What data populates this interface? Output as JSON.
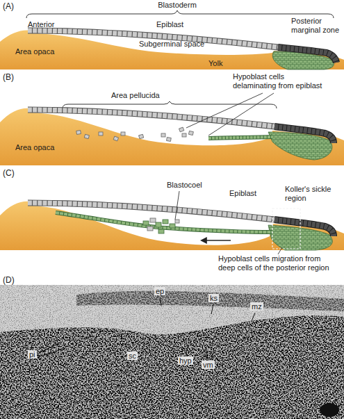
{
  "diagram": {
    "labels": [
      "(A)",
      "Blastoderm",
      "Anterior",
      "Epiblast",
      "Posterior marginal zone",
      "Subgerminal space",
      "Area opaca",
      "Yolk",
      "(B)",
      "Hypoblast cells delaminating from epiblast",
      "Area pellucida",
      "Area opaca",
      "(C)",
      "Blastocoel",
      "Epiblast",
      "Koller's sickle region",
      "Hypoblast cells migration from deep cells of the posterior region",
      "(D)",
      "ep",
      "ks",
      "mz",
      "pi",
      "sc",
      "hyp",
      "vm"
    ]
  }
}
